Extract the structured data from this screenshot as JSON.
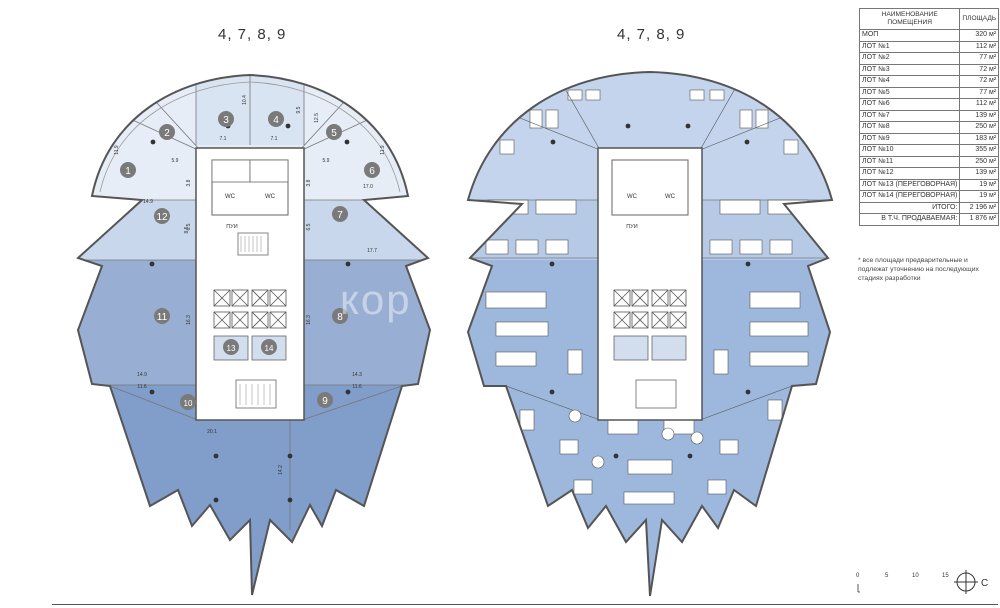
{
  "plans": {
    "left_title": "4, 7, 8, 9",
    "right_title": "4, 7, 8, 9"
  },
  "lots": [
    {
      "num": "1"
    },
    {
      "num": "2"
    },
    {
      "num": "3"
    },
    {
      "num": "4"
    },
    {
      "num": "5"
    },
    {
      "num": "6"
    },
    {
      "num": "7"
    },
    {
      "num": "8"
    },
    {
      "num": "9"
    },
    {
      "num": "10"
    },
    {
      "num": "11"
    },
    {
      "num": "12"
    },
    {
      "num": "13"
    },
    {
      "num": "14"
    }
  ],
  "dimensions": {
    "d1": "11.9",
    "d2": "5.9",
    "d3": "10.4",
    "d4": "9.5",
    "d5": "7.1",
    "d6": "7.1",
    "d7": "12.5",
    "d8": "5.9",
    "d9": "11.9",
    "d10": "17.0",
    "d11": "14.9",
    "d12": "8.5",
    "d13": "17.7",
    "d14": "16.3",
    "d15": "16.3",
    "d16": "14.3",
    "d17": "14.9",
    "d18": "11.6",
    "d19": "11.6",
    "d20": "20.1",
    "d21": "14.2",
    "d22": "3.8",
    "d23": "3.8",
    "d24": "6.5",
    "d25": "6.5"
  },
  "core_labels": {
    "wc1": "WC",
    "wc2": "WC",
    "puv": "ПУИ"
  },
  "table": {
    "header_name": "НАИМЕНОВАНИЕ ПОМЕЩЕНИЯ",
    "header_area": "ПЛОЩАДЬ",
    "rows": [
      {
        "name": "МОП",
        "area": "320 м²"
      },
      {
        "name": "ЛОТ №1",
        "area": "112 м²"
      },
      {
        "name": "ЛОТ №2",
        "area": "77 м²"
      },
      {
        "name": "ЛОТ №3",
        "area": "72 м²"
      },
      {
        "name": "ЛОТ №4",
        "area": "72 м²"
      },
      {
        "name": "ЛОТ №5",
        "area": "77 м²"
      },
      {
        "name": "ЛОТ №6",
        "area": "112 м²"
      },
      {
        "name": "ЛОТ №7",
        "area": "139 м²"
      },
      {
        "name": "ЛОТ №8",
        "area": "250 м²"
      },
      {
        "name": "ЛОТ №9",
        "area": "183 м²"
      },
      {
        "name": "ЛОТ №10",
        "area": "355 м²"
      },
      {
        "name": "ЛОТ №11",
        "area": "250 м²"
      },
      {
        "name": "ЛОТ №12",
        "area": "139 м²"
      },
      {
        "name": "ЛОТ №13 (ПЕРЕГОВОРНАЯ)",
        "area": "19 м²"
      },
      {
        "name": "ЛОТ №14 (ПЕРЕГОВОРНАЯ)",
        "area": "19 м²"
      }
    ],
    "total_label": "ИТОГО:",
    "total_value": "2 196 м²",
    "sellable_label": "В Т.Ч. ПРОДАВАЕМАЯ:",
    "sellable_value": "1 876 м²"
  },
  "note": "* все площади предварительные и подлежат уточнению на последующих стадиях разработки",
  "scale": {
    "t0": "0",
    "t1": "5",
    "t2": "10",
    "t3": "15",
    "north": "С"
  },
  "watermark": "кор",
  "colors": {
    "lot_light": "#e4ecf6",
    "lot_mid": "#c9d8ec",
    "lot_dark": "#8fa8cf",
    "lot_darker": "#7b98c6",
    "furnished": "#b7cbe6",
    "core": "#ffffff",
    "wall": "#555555",
    "badge": "#7a7a7a"
  }
}
